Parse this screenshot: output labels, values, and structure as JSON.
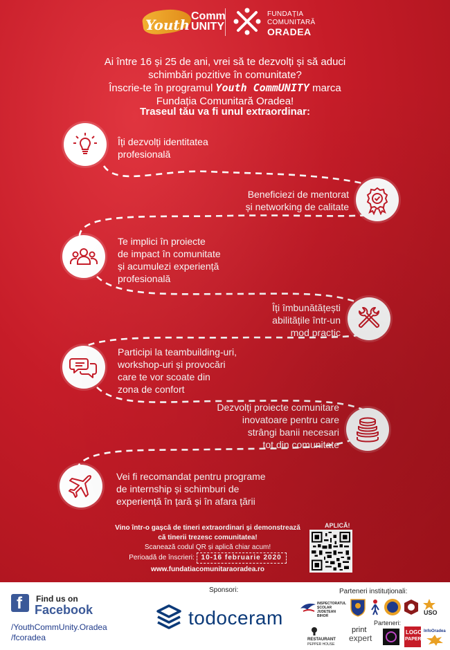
{
  "header": {
    "youth_logo_word1": "Youth",
    "youth_logo_word2": "Comm",
    "youth_logo_word3": "UNITY",
    "fco_line1": "FUNDAȚIA",
    "fco_line2": "COMUNITARĂ",
    "fco_line3": "ORADEA"
  },
  "intro": {
    "line1": "Ai între 16 și 25 de ani, vrei să te dezvolți și să aduci",
    "line2": "schimbări pozitive în comunitate?",
    "line3_pre": "Înscrie-te în programul ",
    "line3_brand": "Youth CommUNITY",
    "line3_post": " marca",
    "line4": "Fundația Comunitară Oradea!",
    "traseu": "Traseul tău va fi unul extraordinar:"
  },
  "steps": [
    {
      "icon": "lightbulb-icon",
      "lines": [
        "Îți dezvolți identitatea",
        "profesională"
      ]
    },
    {
      "icon": "award-badge-icon",
      "lines": [
        "Beneficiezi de mentorat",
        "și networking de calitate"
      ]
    },
    {
      "icon": "people-group-icon",
      "lines": [
        "Te implici în proiecte",
        "de impact în comunitate",
        "și acumulezi experiență",
        "profesională"
      ]
    },
    {
      "icon": "tools-icon",
      "lines": [
        "Îți îmbunătățești",
        "abilitățile într-un",
        "mod practic"
      ]
    },
    {
      "icon": "chat-bubbles-icon",
      "lines": [
        "Participi la teambuilding-uri,",
        "workshop-uri și provocări",
        "care te vor scoate din",
        "zona de confort"
      ]
    },
    {
      "icon": "coins-icon",
      "lines": [
        "Dezvolți proiecte comunitare",
        "inovatoare pentru care",
        "strângi banii necesari",
        "tot din comunitate"
      ]
    },
    {
      "icon": "airplane-icon",
      "lines": [
        "Vei fi recomandat pentru programe",
        "de internship și schimburi de",
        "experiență în țară și în afara țării"
      ]
    }
  ],
  "cta": {
    "line1": "Vino într-o gașcă de tineri extraordinari și demonstrează",
    "line2": "că tinerii trezesc comunitatea!",
    "line3": "Scanează codul QR și aplică chiar acum!",
    "period_label": "Perioadă de înscrieri:",
    "period_dates": "10-16 februarie 2020",
    "url": "www.fundatiacomunitaraoradea.ro",
    "qr_label": "APLICĂ!"
  },
  "footer": {
    "find_us": "Find us on",
    "facebook": "Facebook",
    "link1": "/YouthCommUnity.Oradea",
    "link2": "/fcoradea",
    "sponsori": "Sponsori:",
    "sponsor_name": "todoceram",
    "institutional": "Parteneri instituționali:",
    "partners": "Parteneri:",
    "inspectorat": "INSPECTORATUL ȘCOLAR JUDEȚEAN BIHOR",
    "uso": "USO",
    "restaurant": "RESTAURANT",
    "pepper_house": "PEPPER HOUSE",
    "print_expert_1": "print",
    "print_expert_2": "expert",
    "logo_paper_1": "LOGO",
    "logo_paper_2": "PAPER",
    "info_oradea": "InfoOradea"
  },
  "colors": {
    "poster_red": "#c61c28",
    "facebook_blue": "#3b5998",
    "todoceram_blue": "#0c3a79",
    "logo_orange": "#e9a024"
  }
}
